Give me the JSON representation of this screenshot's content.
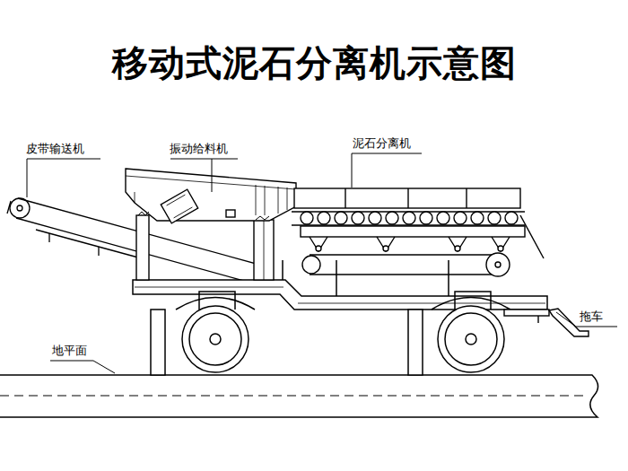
{
  "diagram": {
    "title": "移动式泥石分离机示意图",
    "labels": [
      "皮带输送机",
      "振动给料机",
      "泥石分离机",
      "拖车",
      "地平面"
    ]
  }
}
